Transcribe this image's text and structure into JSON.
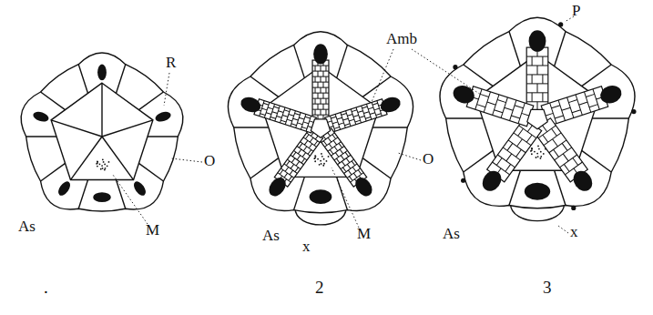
{
  "diagram": {
    "labels": [
      "R",
      "Amb",
      "P",
      "O",
      "O",
      "As",
      "M",
      "As",
      "x",
      "M",
      "As",
      "x",
      ".",
      "2",
      "3"
    ]
  }
}
